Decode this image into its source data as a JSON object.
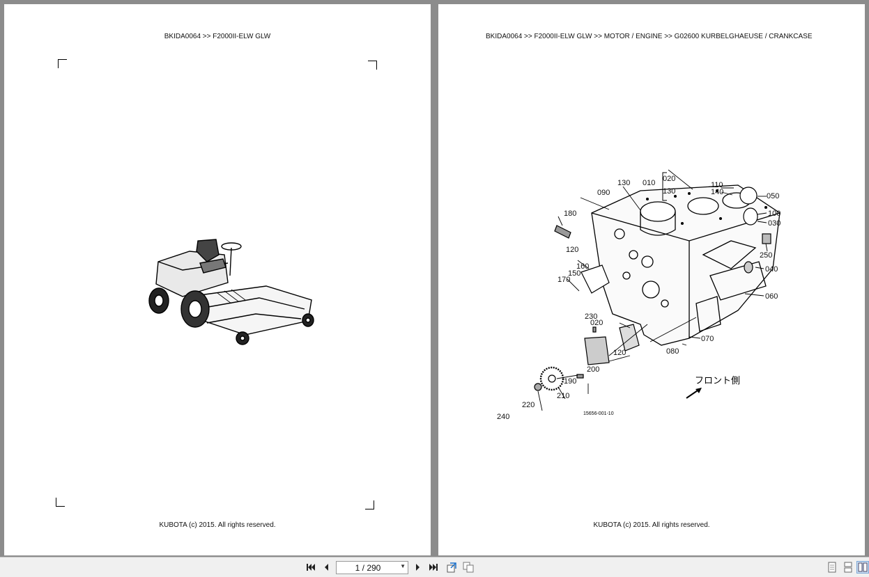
{
  "left_page": {
    "header": "BKIDA0064 >> F2000II-ELW GLW",
    "footer": "KUBOTA (c) 2015. All rights reserved."
  },
  "right_page": {
    "header": "BKIDA0064 >> F2000II-ELW GLW >> MOTOR / ENGINE >> G02600   KURBELGHAEUSE / CRANKCASE",
    "footer": "KUBOTA (c) 2015. All rights reserved.",
    "diagram": {
      "part_labels": [
        "130",
        "010",
        "020",
        "130",
        "110",
        "140",
        "050",
        "090",
        "180",
        "100",
        "030",
        "120",
        "160",
        "150",
        "250",
        "040",
        "170",
        "060",
        "230",
        "020",
        "070",
        "120",
        "080",
        "200",
        "190",
        "210",
        "220",
        "240"
      ],
      "front_label": "フロント側",
      "figure_code": "15656-001-10"
    }
  },
  "toolbar": {
    "page_indicator": "1 / 290",
    "icons": [
      "first-page-icon",
      "prev-page-icon",
      "next-page-icon",
      "last-page-icon",
      "export-icon",
      "copy-icon",
      "single-page-view-icon",
      "continuous-view-icon",
      "two-page-view-icon"
    ]
  }
}
